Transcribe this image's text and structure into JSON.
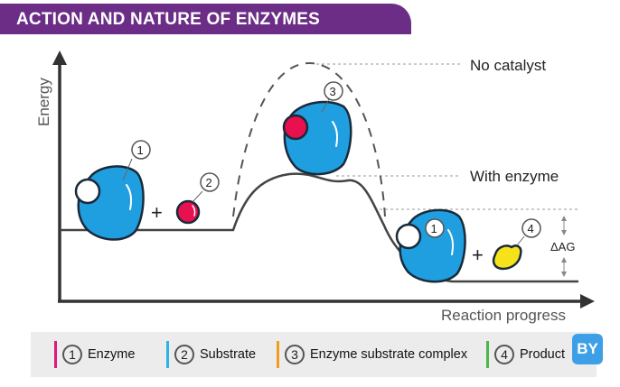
{
  "banner": {
    "title": "ACTION AND NATURE OF ENZYMES"
  },
  "axes": {
    "y_label": "Energy",
    "x_label": "Reaction progress"
  },
  "curve_labels": {
    "no_catalyst": "No catalyst",
    "with_enzyme": "With enzyme",
    "delta_g": "ΔAG"
  },
  "markers": {
    "enzyme": "1",
    "substrate": "2",
    "complex": "3",
    "product": "4",
    "plus": "+"
  },
  "legend": [
    {
      "num": "1",
      "label": "Enzyme",
      "color": "#e0197a"
    },
    {
      "num": "2",
      "label": "Substrate",
      "color": "#2bb4e4"
    },
    {
      "num": "3",
      "label": "Enzyme substrate complex",
      "color": "#f39c1f"
    },
    {
      "num": "4",
      "label": "Product",
      "color": "#4cb84a"
    }
  ],
  "colors": {
    "banner": "#6b2d86",
    "enzyme": "#1f9fe0",
    "substrate": "#e8104f",
    "product": "#f5e21a"
  }
}
